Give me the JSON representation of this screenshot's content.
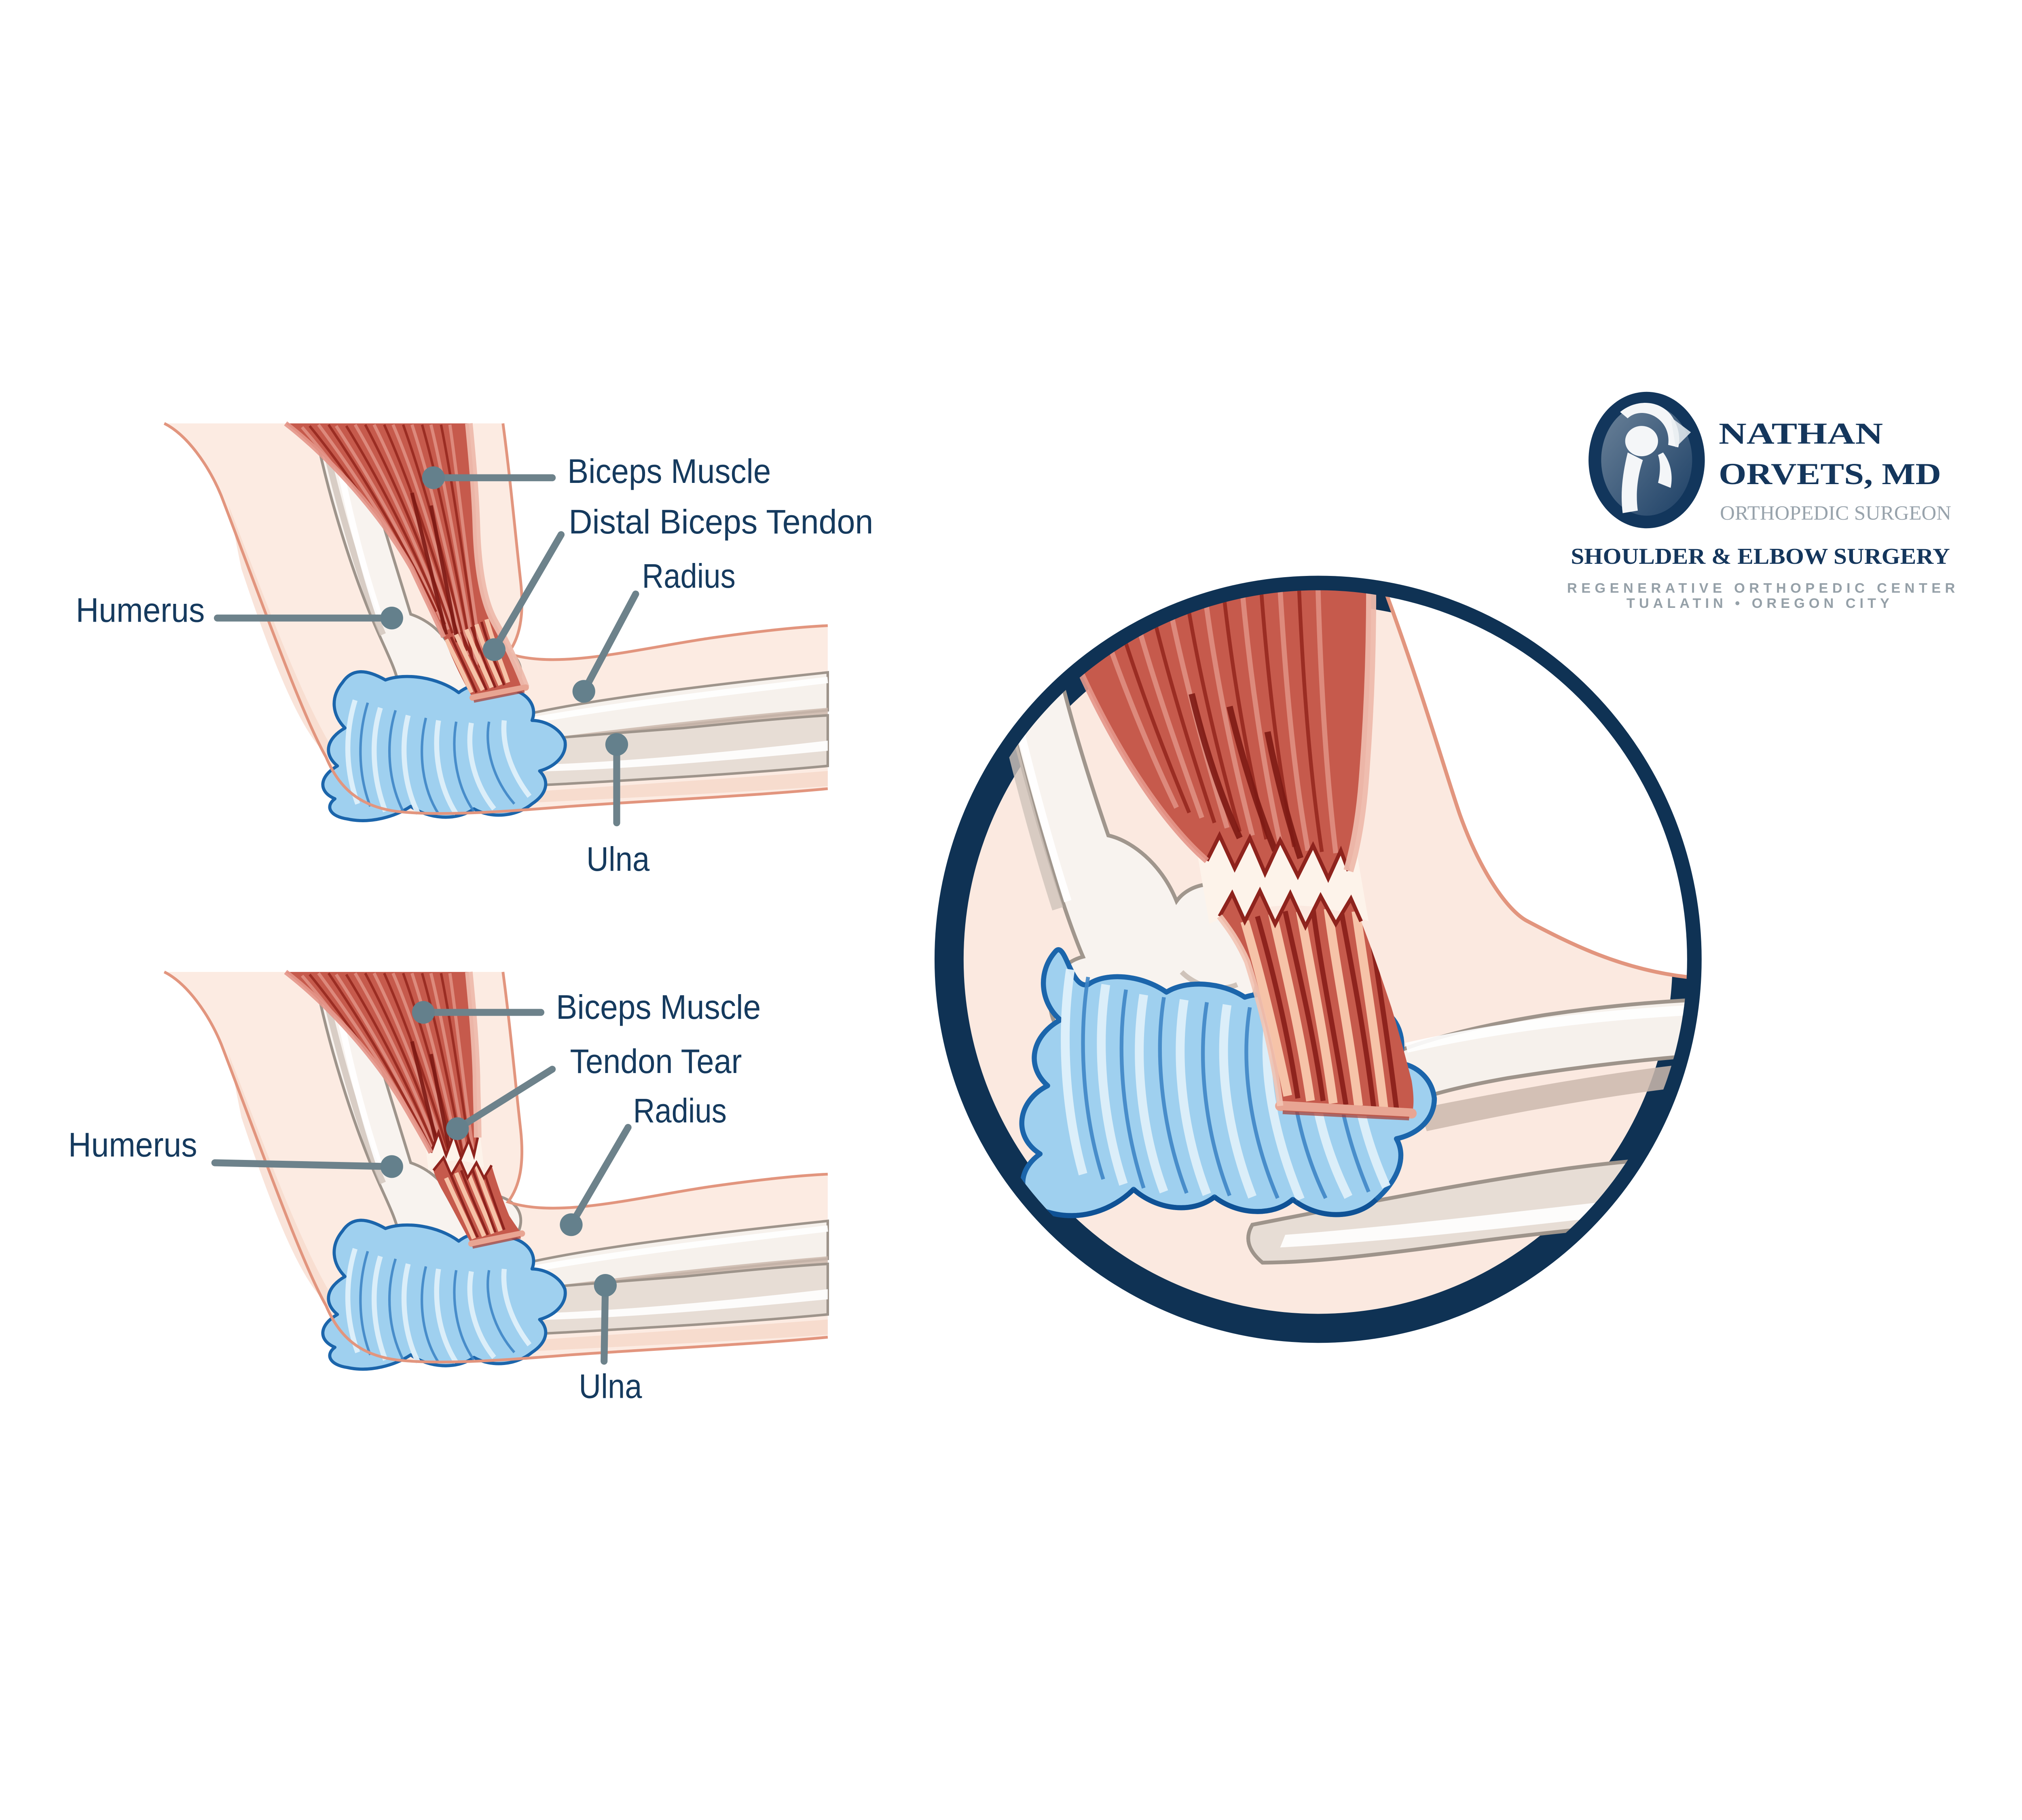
{
  "page": {
    "background": "#ffffff"
  },
  "diagram_top": {
    "labels": {
      "biceps": "Biceps Muscle",
      "tendon": "Distal Biceps Tendon",
      "radius": "Radius",
      "humerus": "Humerus",
      "ulna": "Ulna"
    }
  },
  "diagram_bottom": {
    "labels": {
      "biceps": "Biceps Muscle",
      "tear": "Tendon Tear",
      "radius": "Radius",
      "humerus": "Humerus",
      "ulna": "Ulna"
    }
  },
  "logo": {
    "icon": "shoulder-joint-logo-icon",
    "name1": "NATHAN",
    "name2": "ORVETS, MD",
    "subtitle": "ORTHOPEDIC SURGEON",
    "specialty": "SHOULDER & ELBOW SURGERY",
    "org": "REGENERATIVE ORTHOPEDIC CENTER",
    "cities": "TUALATIN  •  OREGON CITY"
  },
  "colors": {
    "navy": "#0f3254",
    "label_text": "#153a5e",
    "leader_line": "#6d828b",
    "skin": "#fcebe2",
    "skin_outline": "#e2957e",
    "muscle": "#c65a4c",
    "muscle_dark": "#9b2d23",
    "tendon_highlight": "#f6c3a8",
    "tear_gap": "#fdf3ea",
    "bone": "#f6f1ec",
    "bone_outline": "#9e948b",
    "ulna_bone": "#e7ddd5",
    "ligament": "#9fd0ef",
    "ligament_outline": "#1b65ab",
    "logo_gray": "#98a3ac"
  }
}
